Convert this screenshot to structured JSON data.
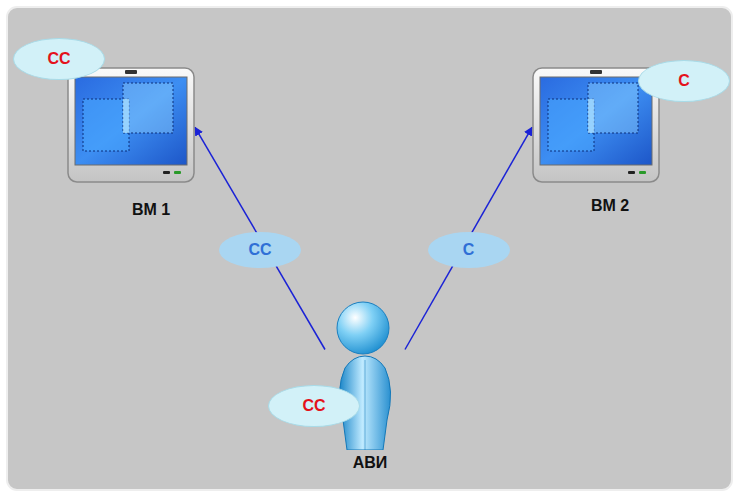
{
  "diagram": {
    "nodes": [
      {
        "text": [
          "ВМ 1"
        ]
      },
      {
        "text": [
          "СС"
        ],
        "in": 0
      },
      {
        "text": [
          "ВМ 2"
        ]
      },
      {
        "text": [
          "С"
        ],
        "in": 2
      },
      {
        "text": [
          "АВИ"
        ]
      },
      {
        "text": [
          "СС"
        ],
        "in": 4
      }
    ],
    "edges": [
      {
        "from": 4,
        "to": 0,
        "arrow": "to",
        "label": "СС"
      },
      {
        "from": 4,
        "to": 2,
        "arrow": "to",
        "label": "С"
      }
    ]
  }
}
